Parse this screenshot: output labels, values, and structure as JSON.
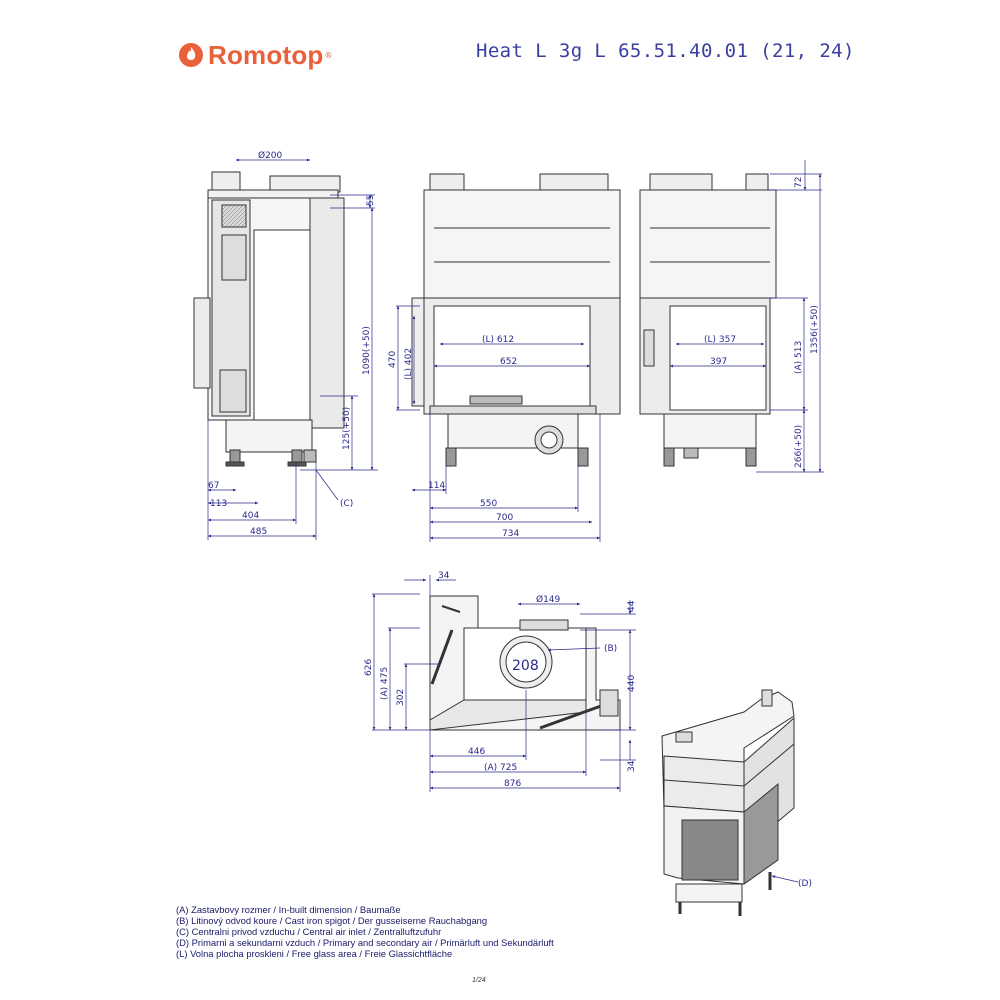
{
  "header": {
    "brand": "Romotop",
    "model": "Heat L 3g L 65.51.40.01 (21, 24)"
  },
  "colors": {
    "brand": "#e8613a",
    "dimension": "#2a2a8c",
    "drawing": "#333333"
  },
  "side_view": {
    "dims": {
      "flue_dia": "Ø200",
      "top": "55",
      "height": "1090(+50)",
      "base": "125(+50)",
      "d67": "67",
      "d113": "113",
      "d404": "404",
      "d485": "485",
      "callout_c": "(C)"
    }
  },
  "front_view": {
    "dims": {
      "glass_w": "(L) 612",
      "inner_w": "652",
      "h470": "470",
      "glass_h": "(L) 402",
      "d114": "114",
      "d550": "550",
      "d700": "700",
      "d734": "734"
    }
  },
  "right_view": {
    "dims": {
      "glass_w": "(L) 357",
      "inner_w": "397",
      "top": "72",
      "glass_h": "(A) 513",
      "height": "1356(+50)",
      "base": "266(+50)"
    }
  },
  "plan_view": {
    "dims": {
      "d34a": "34",
      "flue_dia": "Ø149",
      "d44": "44",
      "callout_b": "(B)",
      "spigot": "208",
      "d440": "440",
      "d626": "626",
      "d475": "(A) 475",
      "d302": "302",
      "d446": "446",
      "d725": "(A) 725",
      "d876": "876",
      "d34b": "34"
    }
  },
  "iso_view": {
    "callout_d": "(D)"
  },
  "legend": [
    "(A)  Zastavbovy rozmer / In-built dimension / Baumaße",
    "(B)  Litinový odvod koure / Cast iron spigot / Der gusseiserne Rauchabgang",
    "(C)  Centralni privod vzduchu / Central air inlet / Zentralluftzufuhr",
    "(D)  Primarni a sekundarni vzduch / Primary and secondary air / Primärluft und Sekundärluft",
    "(L)  Volna plocha proskleni / Free glass area / Freie Glassichtfläche"
  ],
  "footer": {
    "page": "1/24"
  }
}
